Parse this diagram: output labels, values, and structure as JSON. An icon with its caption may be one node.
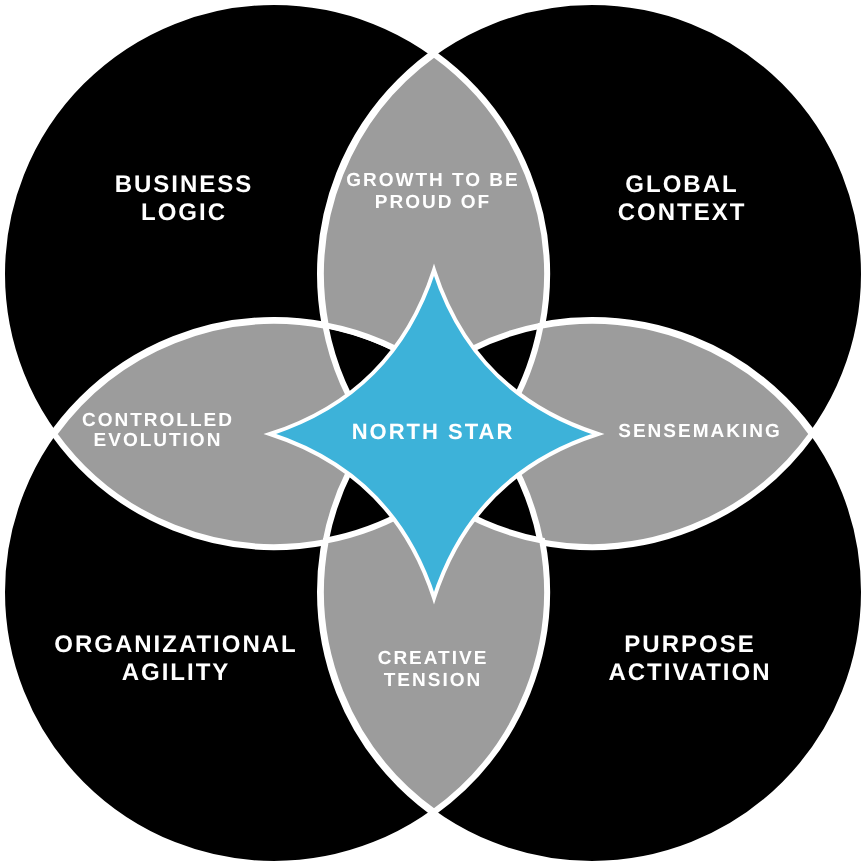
{
  "diagram": {
    "nodes": [
      {
        "text": [
          "BUSINESS LOGIC"
        ]
      },
      {
        "text": [
          "GROWTH TO BE PROUD OF"
        ]
      },
      {
        "text": [
          "GLOBAL CONTEXT"
        ]
      },
      {
        "text": [
          "CONTROLLED EVOLUTION"
        ]
      },
      {
        "text": [
          "NORTH STAR"
        ]
      },
      {
        "text": [
          "SENSEMAKING"
        ]
      },
      {
        "text": [
          "ORGANIZATIONAL AGILITY"
        ]
      },
      {
        "text": [
          "CREATIVE TENSION"
        ]
      },
      {
        "text": [
          "PURPOSE ACTIVATION"
        ]
      }
    ]
  }
}
